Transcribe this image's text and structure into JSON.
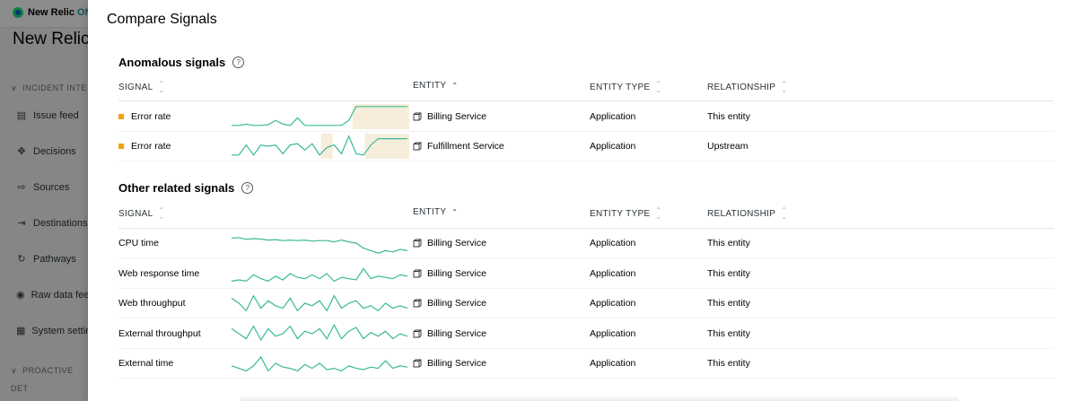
{
  "background_app": {
    "brand_name": "New Relic",
    "brand_suffix": "ONE",
    "page_title": "New Relic",
    "nav_section_1": "INCIDENT INTE",
    "nav_items": [
      {
        "label": "Issue feed",
        "icon": "feed-icon"
      },
      {
        "label": "Decisions",
        "icon": "decisions-icon"
      },
      {
        "label": "Sources",
        "icon": "sources-icon"
      },
      {
        "label": "Destinations",
        "icon": "destinations-icon"
      },
      {
        "label": "Pathways",
        "icon": "pathways-icon"
      },
      {
        "label": "Raw data fee",
        "icon": "eye-icon"
      },
      {
        "label": "System settin",
        "icon": "settings-icon"
      }
    ],
    "nav_section_2": "PROACTIVE DET"
  },
  "modal": {
    "title": "Compare Signals",
    "anomalous": {
      "title": "Anomalous signals",
      "headers": {
        "signal": "SIGNAL",
        "entity": "ENTITY",
        "entity_type": "ENTITY TYPE",
        "relationship": "RELATIONSHIP"
      },
      "rows": [
        {
          "signal": "Error rate",
          "entity": "Billing Service",
          "entity_type": "Application",
          "relationship": "This entity"
        },
        {
          "signal": "Error rate",
          "entity": "Fulfillment Service",
          "entity_type": "Application",
          "relationship": "Upstream"
        }
      ]
    },
    "related": {
      "title": "Other related signals",
      "headers": {
        "signal": "SIGNAL",
        "entity": "ENTITY",
        "entity_type": "ENTITY TYPE",
        "relationship": "RELATIONSHIP"
      },
      "rows": [
        {
          "signal": "CPU time",
          "entity": "Billing Service",
          "entity_type": "Application",
          "relationship": "This entity"
        },
        {
          "signal": "Web response time",
          "entity": "Billing Service",
          "entity_type": "Application",
          "relationship": "This entity"
        },
        {
          "signal": "Web throughput",
          "entity": "Billing Service",
          "entity_type": "Application",
          "relationship": "This entity"
        },
        {
          "signal": "External throughput",
          "entity": "Billing Service",
          "entity_type": "Application",
          "relationship": "This entity"
        },
        {
          "signal": "External time",
          "entity": "Billing Service",
          "entity_type": "Application",
          "relationship": "This entity"
        }
      ]
    }
  },
  "colors": {
    "sparkline": "#3bb89a",
    "anomaly_fill": "#f6eedb",
    "swatch": "#f0a30a"
  },
  "sparklines": {
    "anomalous": [
      [
        0.15,
        0.15,
        0.2,
        0.15,
        0.15,
        0.18,
        0.35,
        0.2,
        0.15,
        0.45,
        0.15,
        0.15,
        0.15,
        0.15,
        0.15,
        0.15,
        0.35,
        0.9,
        0.9,
        0.9,
        0.9,
        0.9,
        0.9,
        0.9,
        0.9
      ],
      [
        0.15,
        0.15,
        0.55,
        0.15,
        0.55,
        0.5,
        0.55,
        0.2,
        0.55,
        0.6,
        0.35,
        0.6,
        0.15,
        0.45,
        0.55,
        0.2,
        0.9,
        0.2,
        0.15,
        0.55,
        0.8,
        0.8,
        0.8,
        0.8,
        0.8
      ]
    ],
    "related": [
      [
        0.7,
        0.72,
        0.65,
        0.68,
        0.66,
        0.62,
        0.64,
        0.6,
        0.62,
        0.6,
        0.62,
        0.58,
        0.6,
        0.6,
        0.55,
        0.62,
        0.55,
        0.5,
        0.3,
        0.2,
        0.1,
        0.2,
        0.15,
        0.25,
        0.2
      ],
      [
        0.2,
        0.25,
        0.2,
        0.45,
        0.3,
        0.2,
        0.4,
        0.25,
        0.5,
        0.35,
        0.3,
        0.45,
        0.3,
        0.5,
        0.2,
        0.35,
        0.3,
        0.25,
        0.7,
        0.3,
        0.4,
        0.35,
        0.3,
        0.45,
        0.4
      ],
      [
        0.7,
        0.5,
        0.2,
        0.8,
        0.3,
        0.6,
        0.4,
        0.3,
        0.7,
        0.2,
        0.5,
        0.4,
        0.6,
        0.2,
        0.8,
        0.3,
        0.5,
        0.6,
        0.3,
        0.4,
        0.2,
        0.5,
        0.3,
        0.4,
        0.3
      ],
      [
        0.7,
        0.5,
        0.3,
        0.8,
        0.25,
        0.7,
        0.4,
        0.5,
        0.8,
        0.3,
        0.6,
        0.5,
        0.7,
        0.3,
        0.85,
        0.3,
        0.6,
        0.75,
        0.3,
        0.55,
        0.4,
        0.6,
        0.3,
        0.5,
        0.4
      ],
      [
        0.4,
        0.3,
        0.2,
        0.4,
        0.75,
        0.2,
        0.5,
        0.35,
        0.3,
        0.2,
        0.45,
        0.3,
        0.5,
        0.25,
        0.3,
        0.2,
        0.4,
        0.3,
        0.25,
        0.35,
        0.3,
        0.6,
        0.3,
        0.4,
        0.35
      ]
    ]
  }
}
